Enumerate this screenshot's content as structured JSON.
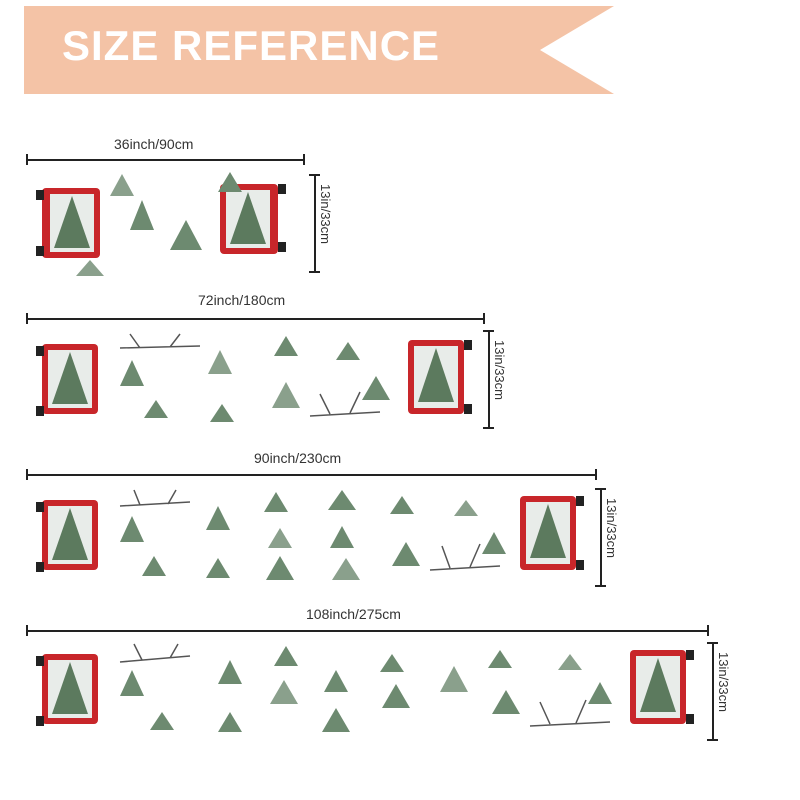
{
  "banner": {
    "title": "SIZE REFERENCE",
    "color": "#f4c3a6"
  },
  "runners": [
    {
      "length_label": "36inch/90cm",
      "width_label": "13in/33cm"
    },
    {
      "length_label": "72inch/180cm",
      "width_label": "13in/33cm"
    },
    {
      "length_label": "90inch/230cm",
      "width_label": "13in/33cm"
    },
    {
      "length_label": "108inch/275cm",
      "width_label": "13in/33cm"
    }
  ],
  "colors": {
    "truck": "#c8262a",
    "tree": "#5c7a5e",
    "snow": "#eef2f0"
  }
}
